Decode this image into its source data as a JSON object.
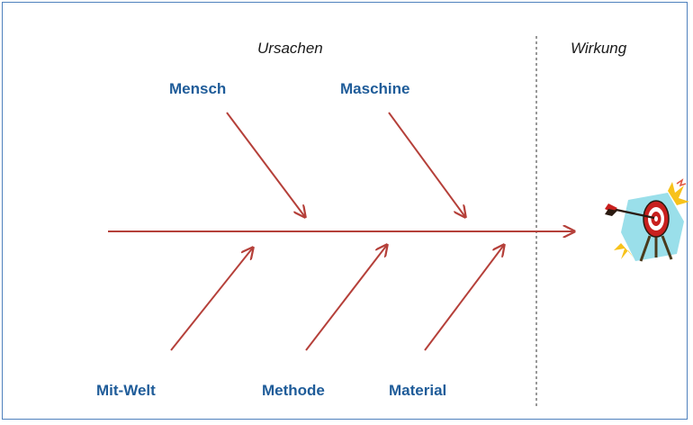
{
  "headers": {
    "causes": "Ursachen",
    "effect": "Wirkung"
  },
  "causes": {
    "top": [
      "Mensch",
      "Maschine"
    ],
    "bottom": [
      "Mit-Welt",
      "Methode",
      "Material"
    ]
  },
  "colors": {
    "arrow": "#b5403a",
    "label": "#1f5c99",
    "frame": "#4f81bd",
    "divider": "#333333"
  },
  "icons": {
    "effect": "target-with-arrow-icon"
  }
}
